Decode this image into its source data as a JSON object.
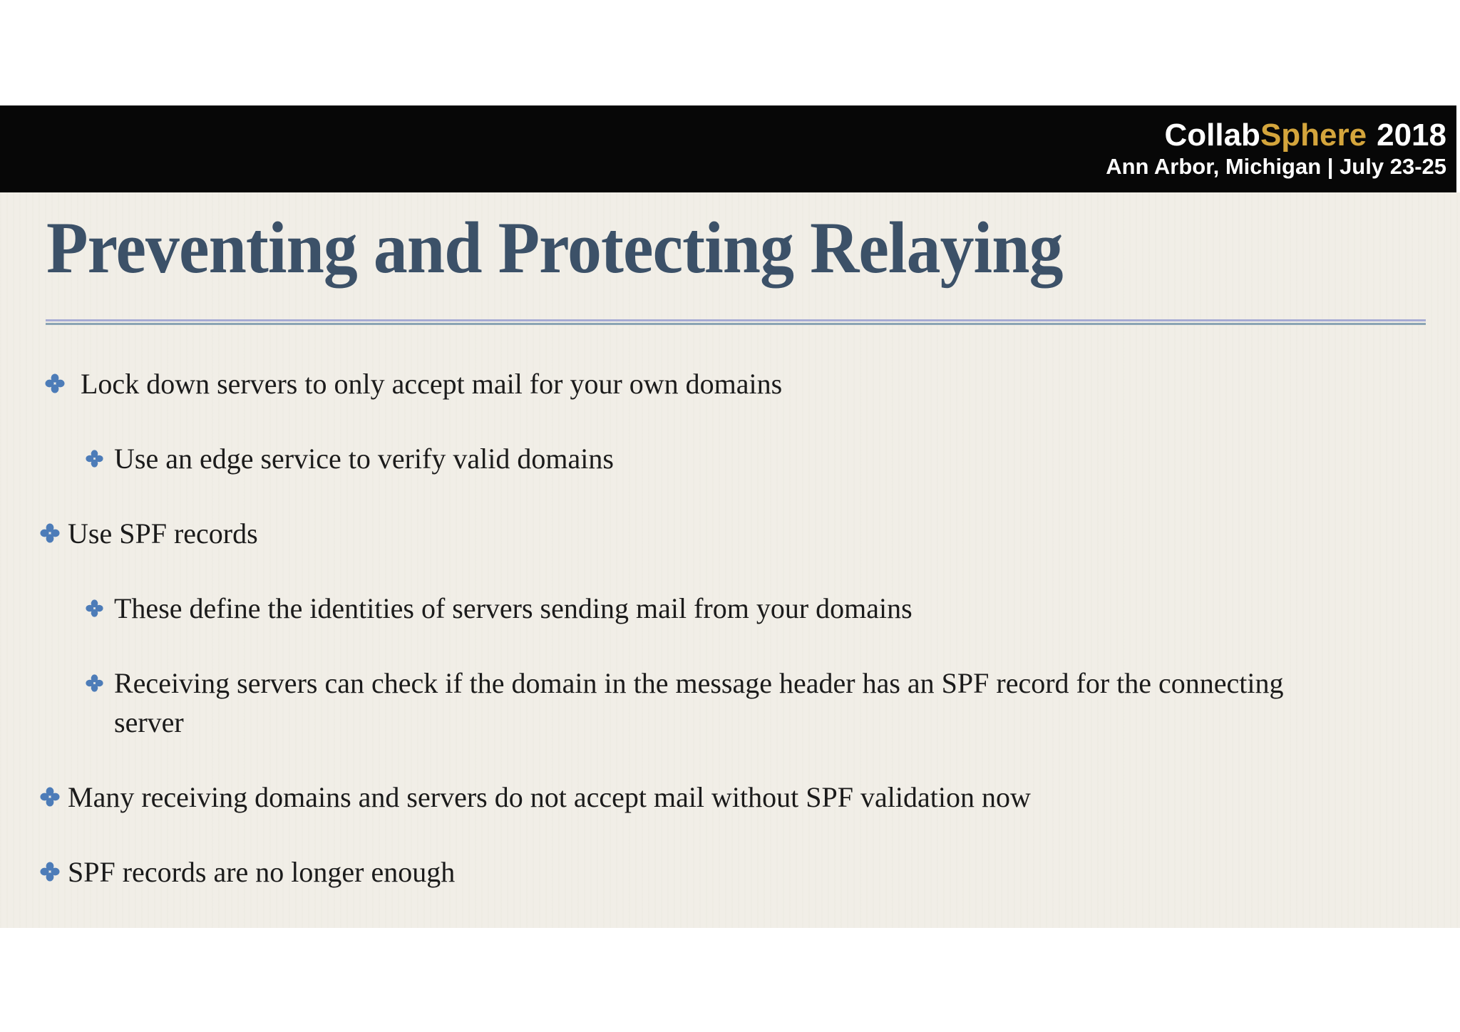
{
  "header": {
    "logo_part1": "Collab",
    "logo_part2": "Sphere",
    "logo_year": "2018",
    "subtitle": "Ann Arbor, Michigan | July 23-25",
    "colors": {
      "bar": "#070707",
      "gold": "#d4a53c",
      "text": "#ffffff"
    }
  },
  "slide": {
    "title": "Preventing and Protecting Relaying",
    "colors": {
      "background": "#f1eee7",
      "title": "#3c5168",
      "rule_top": "#a6abd4",
      "rule_bottom": "#8ba4b4",
      "body_text": "#1b1b1b",
      "bullet_glyph": "#4d7cb8"
    },
    "bullet_icon": "four-petal-clover",
    "bullets": [
      {
        "level": 1,
        "text": "Lock down servers to only accept mail for your own domains"
      },
      {
        "level": 2,
        "text": "Use an edge service to verify valid domains"
      },
      {
        "level": 1,
        "text": "Use SPF records"
      },
      {
        "level": 2,
        "text": "These define the identities of servers sending mail from your domains"
      },
      {
        "level": 2,
        "text": "Receiving servers can check if the domain in the message header has an SPF record for the connecting server"
      },
      {
        "level": 1,
        "text": "Many receiving domains and servers do not accept mail without SPF validation now"
      },
      {
        "level": 1,
        "text": "SPF records are no longer enough"
      }
    ]
  }
}
